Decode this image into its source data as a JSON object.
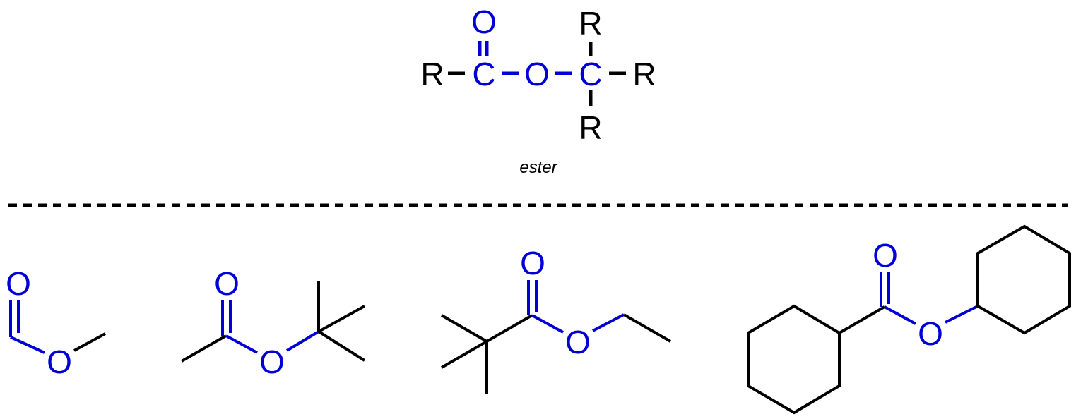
{
  "colors": {
    "heteroatom": "#0000d6",
    "bond": "#000000",
    "background": "#ffffff"
  },
  "general_ester": {
    "caption": "ester",
    "atoms": {
      "r_left": "R",
      "carbonyl_c": "C",
      "carbonyl_o": "O",
      "ether_o": "O",
      "alkyl_c": "C",
      "r_top": "R",
      "r_right": "R",
      "r_bottom": "R"
    }
  },
  "examples": [
    {
      "atoms": {
        "carbonyl_o": "O",
        "ether_o": "O"
      }
    },
    {
      "atoms": {
        "carbonyl_o": "O",
        "ether_o": "O"
      }
    },
    {
      "atoms": {
        "carbonyl_o": "O",
        "ether_o": "O"
      }
    },
    {
      "atoms": {
        "carbonyl_o": "O",
        "ether_o": "O"
      }
    }
  ]
}
